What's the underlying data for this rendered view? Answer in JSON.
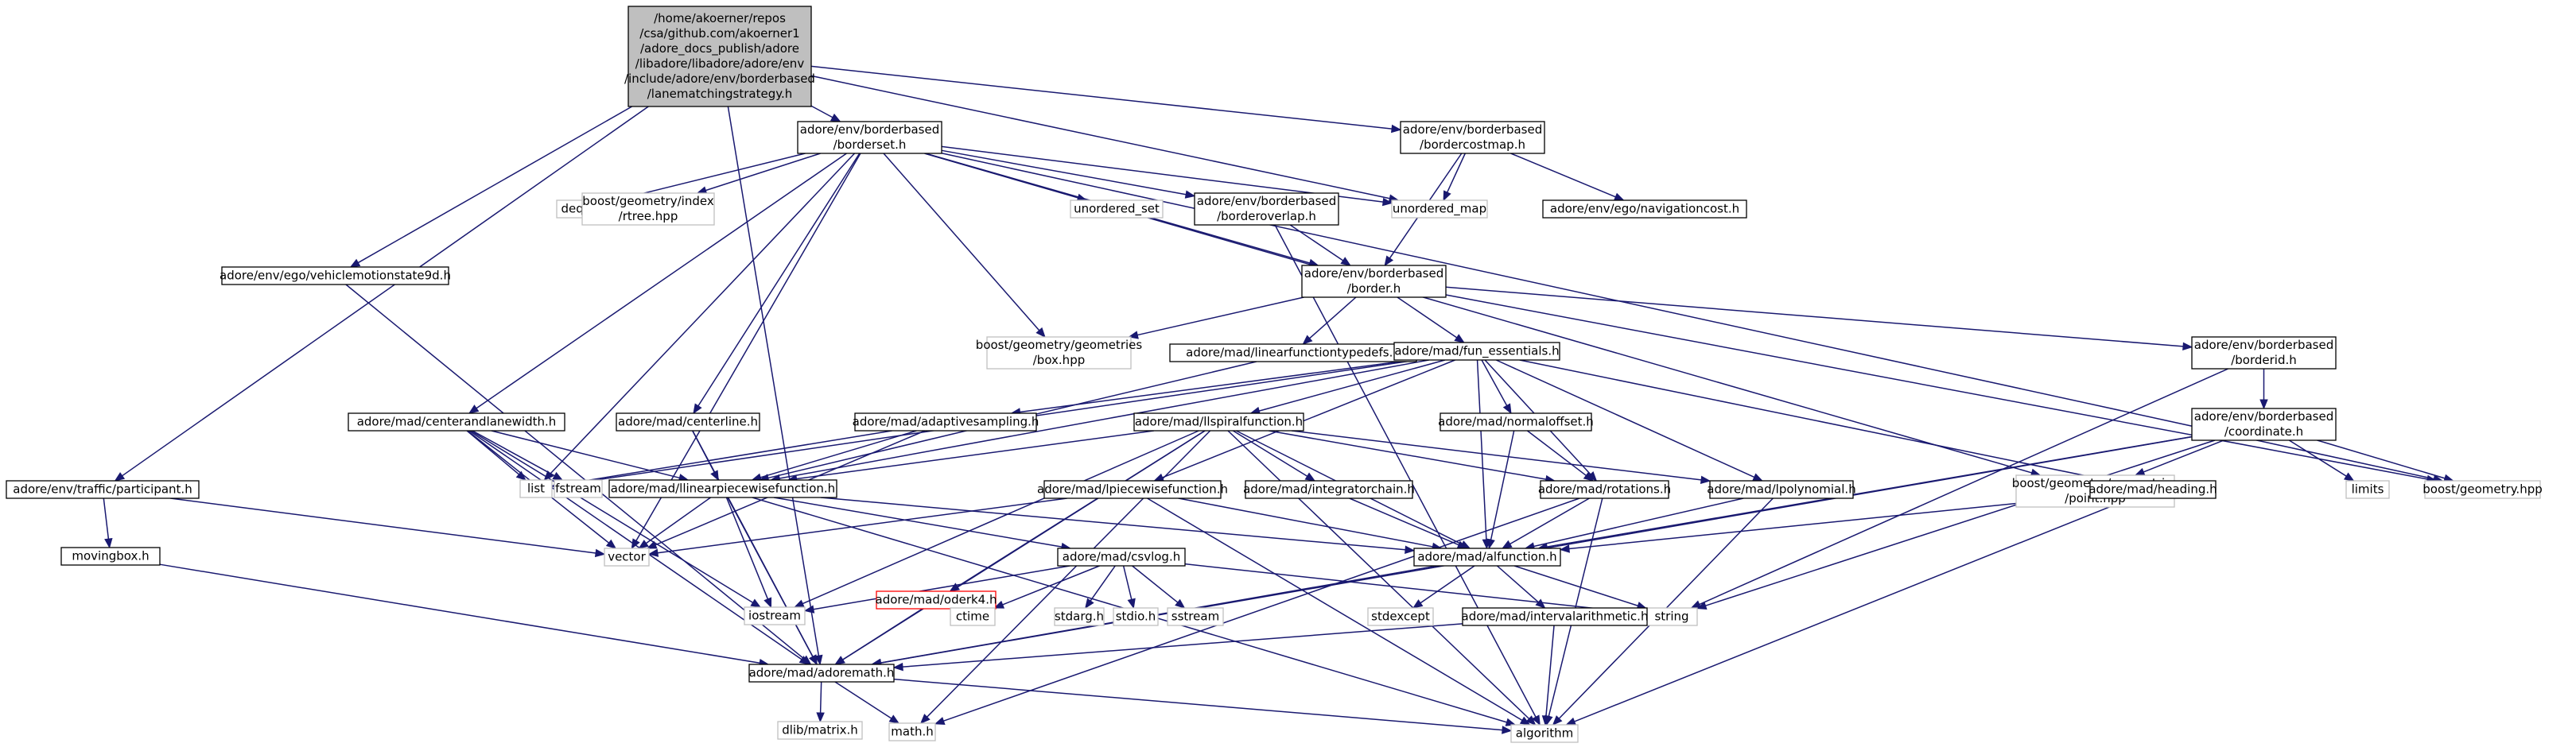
{
  "graph": {
    "title": "",
    "nodes": [
      {
        "id": "root",
        "kind": "root",
        "lines": [
          "/home/akoerner/repos",
          "/csa/github.com/akoerner1",
          "/adore_docs_publish/adore",
          "/libadore/libadore/adore/env",
          "/include/adore/env/borderbased",
          "/lanematchingstrategy.h"
        ]
      },
      {
        "id": "borderset",
        "kind": "file",
        "lines": [
          "adore/env/borderbased",
          "/borderset.h"
        ]
      },
      {
        "id": "bordercostmap",
        "kind": "file",
        "lines": [
          "adore/env/borderbased",
          "/bordercostmap.h"
        ]
      },
      {
        "id": "vehiclemotionstate9d",
        "kind": "file",
        "lines": [
          "adore/env/ego/vehiclemotionstate9d.h"
        ]
      },
      {
        "id": "participant",
        "kind": "file",
        "lines": [
          "adore/env/traffic/participant.h"
        ]
      },
      {
        "id": "deque",
        "kind": "ext",
        "lines": [
          "deque"
        ]
      },
      {
        "id": "rtree",
        "kind": "ext",
        "lines": [
          "boost/geometry/index",
          "/rtree.hpp"
        ]
      },
      {
        "id": "unordered_set",
        "kind": "ext",
        "lines": [
          "unordered_set"
        ]
      },
      {
        "id": "borderoverlap",
        "kind": "file",
        "lines": [
          "adore/env/borderbased",
          "/borderoverlap.h"
        ]
      },
      {
        "id": "unordered_map",
        "kind": "ext",
        "lines": [
          "unordered_map"
        ]
      },
      {
        "id": "navigationcost",
        "kind": "file",
        "lines": [
          "adore/env/ego/navigationcost.h"
        ]
      },
      {
        "id": "border",
        "kind": "file",
        "lines": [
          "adore/env/borderbased",
          "/border.h"
        ]
      },
      {
        "id": "box",
        "kind": "ext",
        "lines": [
          "boost/geometry/geometries",
          "/box.hpp"
        ]
      },
      {
        "id": "linearfunctiontypedefs",
        "kind": "file",
        "lines": [
          "adore/mad/linearfunctiontypedefs.h"
        ]
      },
      {
        "id": "fun_essentials",
        "kind": "file",
        "lines": [
          "adore/mad/fun_essentials.h"
        ]
      },
      {
        "id": "borderid",
        "kind": "file",
        "lines": [
          "adore/env/borderbased",
          "/borderid.h"
        ]
      },
      {
        "id": "centerandlanewidth",
        "kind": "file",
        "lines": [
          "adore/mad/centerandlanewidth.h"
        ]
      },
      {
        "id": "centerline",
        "kind": "file",
        "lines": [
          "adore/mad/centerline.h"
        ]
      },
      {
        "id": "adaptivesampling",
        "kind": "file",
        "lines": [
          "adore/mad/adaptivesampling.h"
        ]
      },
      {
        "id": "llspiralfunction",
        "kind": "file",
        "lines": [
          "adore/mad/llspiralfunction.h"
        ]
      },
      {
        "id": "normaloffset",
        "kind": "file",
        "lines": [
          "adore/mad/normaloffset.h"
        ]
      },
      {
        "id": "coordinate",
        "kind": "file",
        "lines": [
          "adore/env/borderbased",
          "/coordinate.h"
        ]
      },
      {
        "id": "fstream",
        "kind": "ext",
        "lines": [
          "fstream"
        ]
      },
      {
        "id": "list",
        "kind": "ext",
        "lines": [
          "list"
        ]
      },
      {
        "id": "llinearpiecewisefunction",
        "kind": "file",
        "lines": [
          "adore/mad/llinearpiecewisefunction.h"
        ]
      },
      {
        "id": "lpiecewisefunction",
        "kind": "file",
        "lines": [
          "adore/mad/lpiecewisefunction.h"
        ]
      },
      {
        "id": "integratorchain",
        "kind": "file",
        "lines": [
          "adore/mad/integratorchain.h"
        ]
      },
      {
        "id": "rotations",
        "kind": "file",
        "lines": [
          "adore/mad/rotations.h"
        ]
      },
      {
        "id": "lpolynomial",
        "kind": "file",
        "lines": [
          "adore/mad/lpolynomial.h"
        ]
      },
      {
        "id": "point",
        "kind": "ext",
        "lines": [
          "boost/geometry/geometries",
          "/point.hpp"
        ]
      },
      {
        "id": "heading",
        "kind": "file",
        "lines": [
          "adore/mad/heading.h"
        ]
      },
      {
        "id": "limits",
        "kind": "ext",
        "lines": [
          "limits"
        ]
      },
      {
        "id": "geometry",
        "kind": "ext",
        "lines": [
          "boost/geometry.hpp"
        ]
      },
      {
        "id": "movingbox",
        "kind": "file",
        "lines": [
          "movingbox.h"
        ]
      },
      {
        "id": "vector",
        "kind": "ext",
        "lines": [
          "vector"
        ]
      },
      {
        "id": "oderk4",
        "kind": "missing",
        "lines": [
          "adore/mad/oderk4.h"
        ]
      },
      {
        "id": "csvlog",
        "kind": "file",
        "lines": [
          "adore/mad/csvlog.h"
        ]
      },
      {
        "id": "alfunction",
        "kind": "file",
        "lines": [
          "adore/mad/alfunction.h"
        ]
      },
      {
        "id": "iostream",
        "kind": "ext",
        "lines": [
          "iostream"
        ]
      },
      {
        "id": "ctime",
        "kind": "ext",
        "lines": [
          "ctime"
        ]
      },
      {
        "id": "stdarg",
        "kind": "ext",
        "lines": [
          "stdarg.h"
        ]
      },
      {
        "id": "stdio",
        "kind": "ext",
        "lines": [
          "stdio.h"
        ]
      },
      {
        "id": "sstream",
        "kind": "ext",
        "lines": [
          "sstream"
        ]
      },
      {
        "id": "stdexcept",
        "kind": "ext",
        "lines": [
          "stdexcept"
        ]
      },
      {
        "id": "string",
        "kind": "ext",
        "lines": [
          "string"
        ]
      },
      {
        "id": "intervalarithmetic",
        "kind": "file",
        "lines": [
          "adore/mad/intervalarithmetic.h"
        ]
      },
      {
        "id": "adoremath",
        "kind": "file",
        "lines": [
          "adore/mad/adoremath.h"
        ]
      },
      {
        "id": "dlib",
        "kind": "ext",
        "lines": [
          "dlib/matrix.h"
        ]
      },
      {
        "id": "math",
        "kind": "ext",
        "lines": [
          "math.h"
        ]
      },
      {
        "id": "algorithm",
        "kind": "ext",
        "lines": [
          "algorithm"
        ]
      }
    ],
    "edges": [
      [
        "root",
        "borderset"
      ],
      [
        "root",
        "bordercostmap"
      ],
      [
        "root",
        "vehiclemotionstate9d"
      ],
      [
        "root",
        "participant"
      ],
      [
        "root",
        "adoremath"
      ],
      [
        "root",
        "unordered_map"
      ],
      [
        "borderset",
        "deque"
      ],
      [
        "borderset",
        "rtree"
      ],
      [
        "borderset",
        "unordered_set"
      ],
      [
        "borderset",
        "borderoverlap"
      ],
      [
        "borderset",
        "unordered_map"
      ],
      [
        "borderset",
        "border"
      ],
      [
        "borderset",
        "box"
      ],
      [
        "borderset",
        "centerandlanewidth"
      ],
      [
        "borderset",
        "centerline"
      ],
      [
        "borderset",
        "list"
      ],
      [
        "borderset",
        "vector"
      ],
      [
        "borderset",
        "point"
      ],
      [
        "borderset",
        "geometry"
      ],
      [
        "bordercostmap",
        "unordered_map"
      ],
      [
        "bordercostmap",
        "navigationcost"
      ],
      [
        "bordercostmap",
        "border"
      ],
      [
        "borderoverlap",
        "border"
      ],
      [
        "borderoverlap",
        "algorithm"
      ],
      [
        "border",
        "box"
      ],
      [
        "border",
        "linearfunctiontypedefs"
      ],
      [
        "border",
        "fun_essentials"
      ],
      [
        "border",
        "borderid"
      ],
      [
        "border",
        "geometry"
      ],
      [
        "linearfunctiontypedefs",
        "llinearpiecewisefunction"
      ],
      [
        "fun_essentials",
        "adaptivesampling"
      ],
      [
        "fun_essentials",
        "llspiralfunction"
      ],
      [
        "fun_essentials",
        "normaloffset"
      ],
      [
        "fun_essentials",
        "lpiecewisefunction"
      ],
      [
        "fun_essentials",
        "rotations"
      ],
      [
        "fun_essentials",
        "lpolynomial"
      ],
      [
        "fun_essentials",
        "heading"
      ],
      [
        "fun_essentials",
        "alfunction"
      ],
      [
        "fun_essentials",
        "llinearpiecewisefunction"
      ],
      [
        "fun_essentials",
        "list"
      ],
      [
        "borderid",
        "coordinate"
      ],
      [
        "borderid",
        "string"
      ],
      [
        "coordinate",
        "point"
      ],
      [
        "coordinate",
        "limits"
      ],
      [
        "coordinate",
        "geometry"
      ],
      [
        "coordinate",
        "string"
      ],
      [
        "coordinate",
        "adoremath"
      ],
      [
        "coordinate",
        "alfunction"
      ],
      [
        "vehiclemotionstate9d",
        "adoremath"
      ],
      [
        "participant",
        "movingbox"
      ],
      [
        "participant",
        "vector"
      ],
      [
        "movingbox",
        "adoremath"
      ],
      [
        "centerandlanewidth",
        "fstream"
      ],
      [
        "centerandlanewidth",
        "llinearpiecewisefunction"
      ],
      [
        "centerandlanewidth",
        "adoremath"
      ],
      [
        "centerandlanewidth",
        "iostream"
      ],
      [
        "centerandlanewidth",
        "vector"
      ],
      [
        "centerandlanewidth",
        "list"
      ],
      [
        "centerline",
        "llinearpiecewisefunction"
      ],
      [
        "centerline",
        "adoremath"
      ],
      [
        "adaptivesampling",
        "llinearpiecewisefunction"
      ],
      [
        "adaptivesampling",
        "list"
      ],
      [
        "adaptivesampling",
        "vector"
      ],
      [
        "llspiralfunction",
        "llinearpiecewisefunction"
      ],
      [
        "llspiralfunction",
        "integratorchain"
      ],
      [
        "llspiralfunction",
        "rotations"
      ],
      [
        "llspiralfunction",
        "lpolynomial"
      ],
      [
        "llspiralfunction",
        "oderk4"
      ],
      [
        "llspiralfunction",
        "alfunction"
      ],
      [
        "llspiralfunction",
        "adoremath"
      ],
      [
        "llspiralfunction",
        "math"
      ],
      [
        "llspiralfunction",
        "iostream"
      ],
      [
        "llspiralfunction",
        "algorithm"
      ],
      [
        "normaloffset",
        "rotations"
      ],
      [
        "normaloffset",
        "alfunction"
      ],
      [
        "llinearpiecewisefunction",
        "vector"
      ],
      [
        "llinearpiecewisefunction",
        "csvlog"
      ],
      [
        "llinearpiecewisefunction",
        "alfunction"
      ],
      [
        "llinearpiecewisefunction",
        "iostream"
      ],
      [
        "llinearpiecewisefunction",
        "adoremath"
      ],
      [
        "llinearpiecewisefunction",
        "algorithm"
      ],
      [
        "lpiecewisefunction",
        "vector"
      ],
      [
        "lpiecewisefunction",
        "alfunction"
      ],
      [
        "lpiecewisefunction",
        "algorithm"
      ],
      [
        "integratorchain",
        "alfunction"
      ],
      [
        "rotations",
        "alfunction"
      ],
      [
        "rotations",
        "math"
      ],
      [
        "rotations",
        "algorithm"
      ],
      [
        "lpolynomial",
        "alfunction"
      ],
      [
        "lpolynomial",
        "algorithm"
      ],
      [
        "heading",
        "alfunction"
      ],
      [
        "heading",
        "algorithm"
      ],
      [
        "oderk4",
        "adoremath"
      ],
      [
        "csvlog",
        "iostream"
      ],
      [
        "csvlog",
        "ctime"
      ],
      [
        "csvlog",
        "stdarg"
      ],
      [
        "csvlog",
        "stdio"
      ],
      [
        "csvlog",
        "sstream"
      ],
      [
        "csvlog",
        "string"
      ],
      [
        "alfunction",
        "stdexcept"
      ],
      [
        "alfunction",
        "string"
      ],
      [
        "alfunction",
        "intervalarithmetic"
      ],
      [
        "alfunction",
        "adoremath"
      ],
      [
        "intervalarithmetic",
        "adoremath"
      ],
      [
        "intervalarithmetic",
        "algorithm"
      ],
      [
        "adoremath",
        "dlib"
      ],
      [
        "adoremath",
        "math"
      ],
      [
        "adoremath",
        "algorithm"
      ]
    ]
  }
}
